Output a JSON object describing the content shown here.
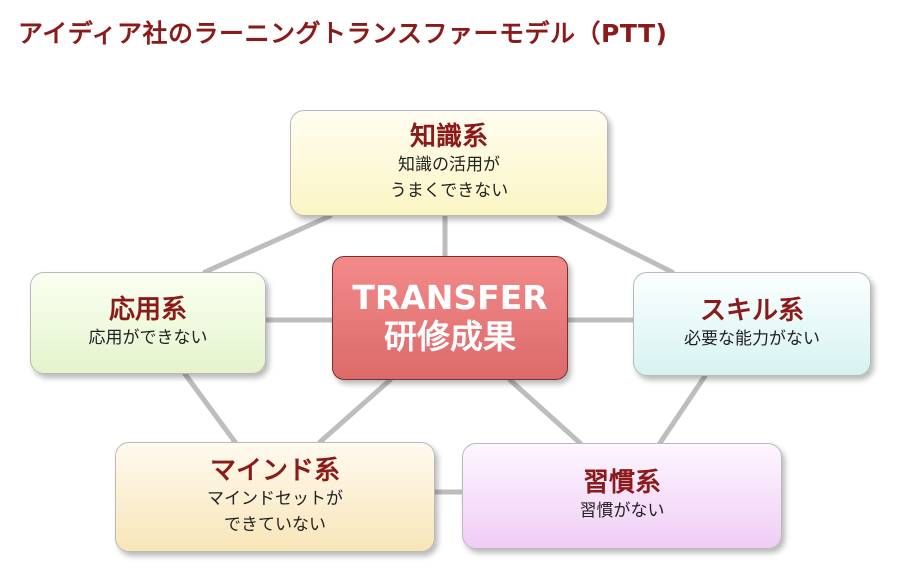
{
  "title": "アイディア社のラーニングトランスファーモデル（PTT)",
  "center": {
    "line1": "TRANSFER",
    "line2": "研修成果"
  },
  "nodes": {
    "knowledge": {
      "heading": "知識系",
      "desc": [
        "知識の活用が",
        "うまくできない"
      ]
    },
    "applied": {
      "heading": "応用系",
      "desc": [
        "応用ができない"
      ]
    },
    "skill": {
      "heading": "スキル系",
      "desc": [
        "必要な能力がない"
      ]
    },
    "mind": {
      "heading": "マインド系",
      "desc": [
        "マインドセットが",
        "できていない"
      ]
    },
    "habit": {
      "heading": "習慣系",
      "desc": [
        "習慣がない"
      ]
    }
  },
  "colors": {
    "title": "#8b1a1a",
    "center_fill": "#e57373",
    "connector": "#bdbdbd",
    "knowledge_fill": "#fbf5c4",
    "applied_fill": "#e4f4cc",
    "skill_fill": "#d6f3f1",
    "mind_fill": "#f8e5b8",
    "habit_fill": "#f0cdf6"
  }
}
